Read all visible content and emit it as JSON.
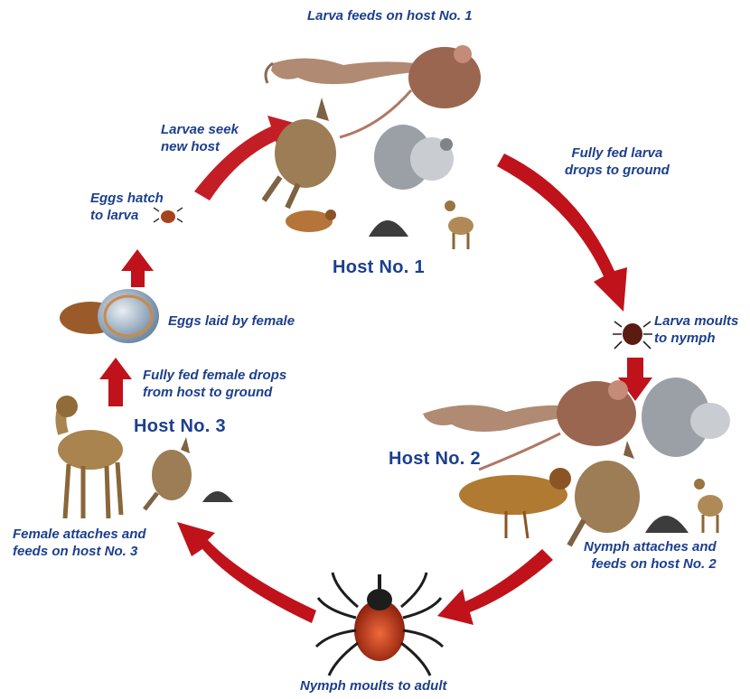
{
  "labels": {
    "larva_feeds": "Larva feeds on host No. 1",
    "fully_fed_larva": "Fully fed larva\ndrops to ground",
    "larva_moults": "Larva moults\nto nymph",
    "nymph_attaches": "Nymph attaches and\nfeeds on host No. 2",
    "nymph_moults": "Nymph moults to adult",
    "female_attaches": "Female attaches and\nfeeds on host No. 3",
    "female_drops": "Fully fed female drops\nfrom host to ground",
    "eggs_laid": "Eggs laid by female",
    "eggs_hatch": "Eggs hatch\nto larva",
    "larvae_seek": "Larvae seek\nnew host"
  },
  "hosts": {
    "host1": "Host No. 1",
    "host2": "Host No. 2",
    "host3": "Host No. 3"
  },
  "colors": {
    "arrow": "#c0121a",
    "text": "#1c3f8e"
  }
}
